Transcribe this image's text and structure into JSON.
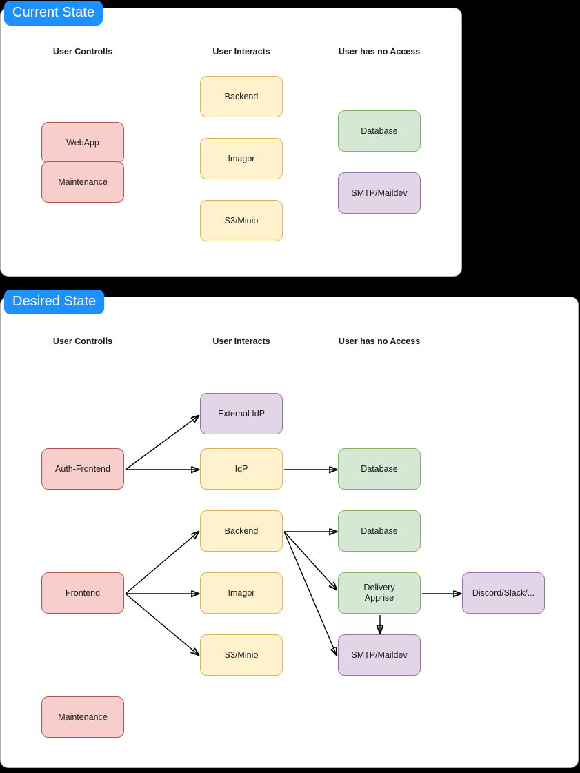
{
  "diagram": {
    "title_current": "Current State",
    "title_desired": "Desired State",
    "column_headers": {
      "controls": "User Controlls",
      "interacts": "User Interacts",
      "no_access": "User has no Access"
    },
    "colors": {
      "tag_blue": "#1e90ff",
      "red_fill": "#f8cecc",
      "red_stroke": "#b85450",
      "yellow_fill": "#fff2cc",
      "yellow_stroke": "#d6b656",
      "green_fill": "#d5e8d4",
      "green_stroke": "#82b366",
      "purple_fill": "#e1d5e7",
      "purple_stroke": "#9673a6",
      "panel_bg": "#ffffff",
      "page_bg": "#000000",
      "edge": "#000000"
    }
  },
  "current_state": {
    "headers": {
      "controls": "User Controlls",
      "interacts": "User Interacts",
      "no_access": "User has no Access"
    },
    "nodes": {
      "webapp": "WebApp",
      "maintenance": "Maintenance",
      "backend": "Backend",
      "imagor": "Imagor",
      "s3minio": "S3/Minio",
      "database": "Database",
      "smtp": "SMTP/Maildev"
    },
    "edges": []
  },
  "desired_state": {
    "headers": {
      "controls": "User Controlls",
      "interacts": "User Interacts",
      "no_access": "User has no Access"
    },
    "nodes": {
      "auth_frontend": "Auth-Frontend",
      "external_idp": "External IdP",
      "idp": "IdP",
      "database_top": "Database",
      "frontend": "Frontend",
      "backend": "Backend",
      "imagor": "Imagor",
      "s3minio": "S3/Minio",
      "database_mid": "Database",
      "delivery_apprise": "Delivery\nApprise",
      "delivery_apprise_line1": "Delivery",
      "delivery_apprise_line2": "Apprise",
      "smtp": "SMTP/Maildev",
      "discord": "Discord/Slack/...",
      "maintenance": "Maintenance"
    },
    "edges": [
      {
        "from": "Auth-Frontend",
        "to": "External IdP"
      },
      {
        "from": "Auth-Frontend",
        "to": "IdP"
      },
      {
        "from": "IdP",
        "to": "Database"
      },
      {
        "from": "Frontend",
        "to": "Backend"
      },
      {
        "from": "Frontend",
        "to": "Imagor"
      },
      {
        "from": "Frontend",
        "to": "S3/Minio"
      },
      {
        "from": "Backend",
        "to": "Database"
      },
      {
        "from": "Backend",
        "to": "Delivery Apprise"
      },
      {
        "from": "Backend",
        "to": "SMTP/Maildev"
      },
      {
        "from": "Delivery Apprise",
        "to": "Discord/Slack/..."
      },
      {
        "from": "Delivery Apprise",
        "to": "SMTP/Maildev"
      }
    ]
  }
}
